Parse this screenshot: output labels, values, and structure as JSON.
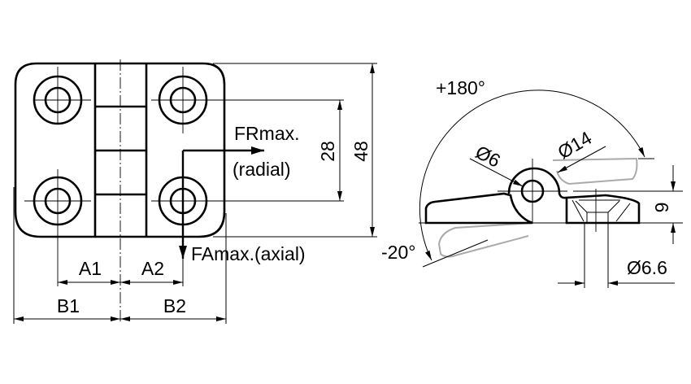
{
  "front_view": {
    "dim_height_outer": "48",
    "dim_hole_spacing": "28",
    "force_radial_line1": "FRmax.",
    "force_radial_line2": "(radial)",
    "force_axial": "FAmax.(axial)",
    "dim_a1": "A1",
    "dim_a2": "A2",
    "dim_b1": "B1",
    "dim_b2": "B2"
  },
  "side_view": {
    "angle_open": "+180°",
    "angle_back": "-20°",
    "dia_pin": "Ø6",
    "dia_knuckle": "Ø14",
    "thickness": "9",
    "dia_hole": "Ø6.6"
  }
}
